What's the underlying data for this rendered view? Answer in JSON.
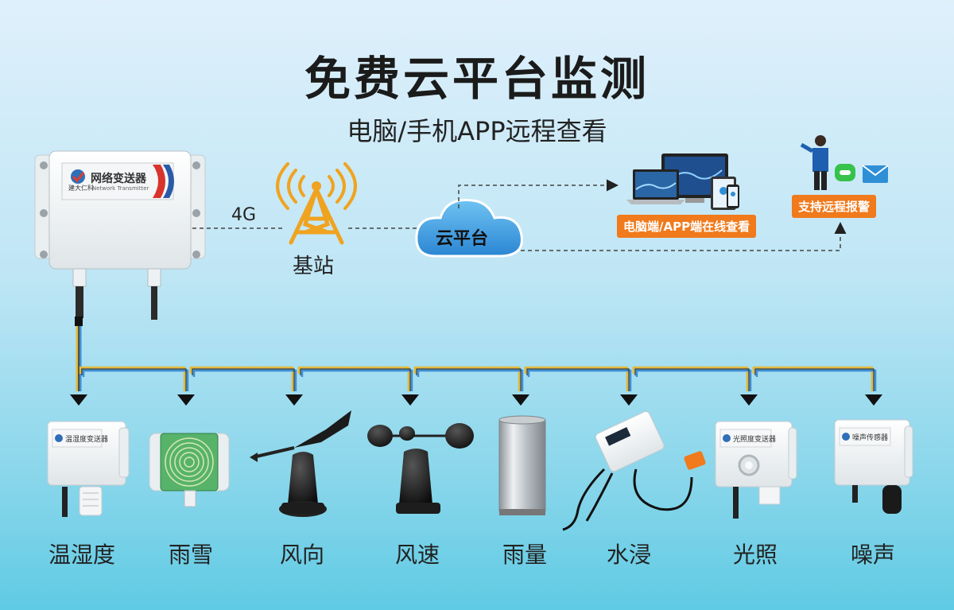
{
  "title": "免费云平台监测",
  "subtitle": "电脑/手机APP远程查看",
  "transmitter": {
    "name": "网络变送器",
    "name_en": "Network Transmitter",
    "brand": "建大仁科"
  },
  "network": {
    "label_4g": "4G",
    "base_station": "基站",
    "cloud": "云平台"
  },
  "remote": {
    "view_tag": "电脑端/APP端在线查看",
    "alarm_tag": "支持远程报警"
  },
  "sensors": [
    {
      "label": "温湿度",
      "device_label": "温湿度变送器"
    },
    {
      "label": "雨雪",
      "device_label": ""
    },
    {
      "label": "风向",
      "device_label": ""
    },
    {
      "label": "风速",
      "device_label": ""
    },
    {
      "label": "雨量",
      "device_label": ""
    },
    {
      "label": "水浸",
      "device_label": ""
    },
    {
      "label": "光照",
      "device_label": "光照度变送器"
    },
    {
      "label": "噪声",
      "device_label": "噪声传感器"
    }
  ],
  "colors": {
    "accent_orange": "#f07a1c",
    "cloud_blue": "#2f8fd6",
    "wire_yellow": "#e2b93a",
    "wire_blue": "#3d8fd6"
  }
}
